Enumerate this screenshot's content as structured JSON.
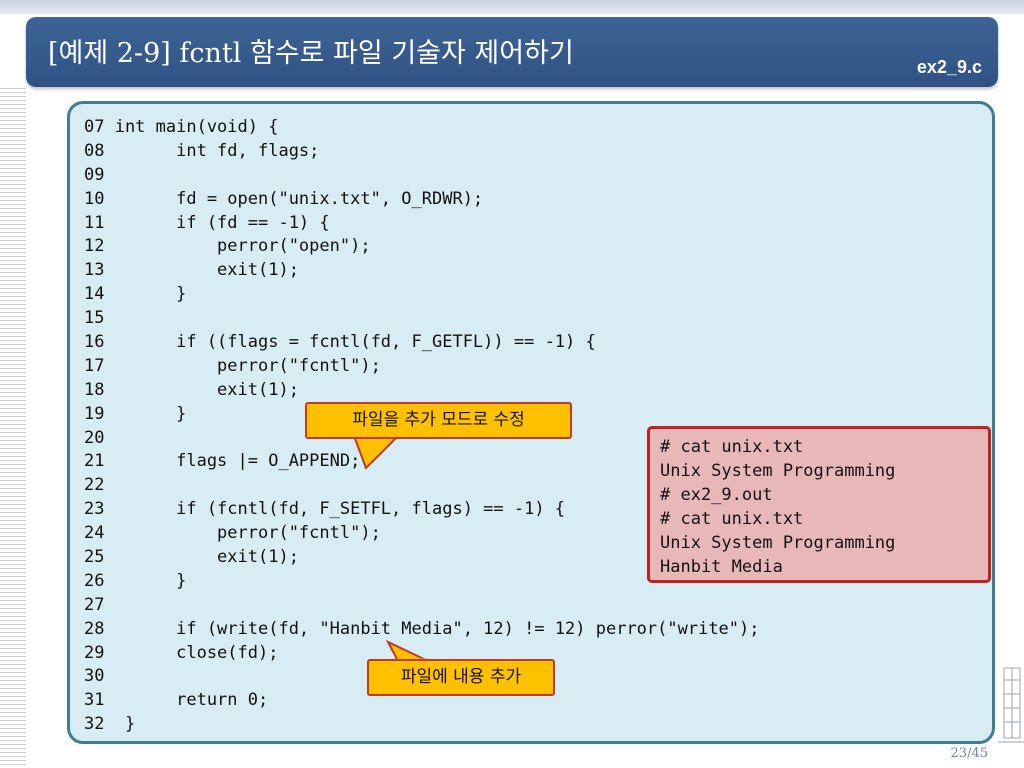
{
  "slide": {
    "title": "[예제 2-9] fcntl 함수로 파일 기술자 제어하기",
    "file_label": "ex2_9.c",
    "page_number": "23/45"
  },
  "code_lines": [
    "07 int main(void) {",
    "08       int fd, flags;",
    "09",
    "10       fd = open(\"unix.txt\", O_RDWR);",
    "11       if (fd == -1) {",
    "12           perror(\"open\");",
    "13           exit(1);",
    "14       }",
    "15",
    "16       if ((flags = fcntl(fd, F_GETFL)) == -1) {",
    "17           perror(\"fcntl\");",
    "18           exit(1);",
    "19       }",
    "20",
    "21       flags |= O_APPEND;",
    "22",
    "23       if (fcntl(fd, F_SETFL, flags) == -1) {",
    "24           perror(\"fcntl\");",
    "25           exit(1);",
    "26       }",
    "27",
    "28       if (write(fd, \"Hanbit Media\", 12) != 12) perror(\"write\");",
    "29       close(fd);",
    "30",
    "31       return 0;",
    "32  }"
  ],
  "callouts": {
    "append_mode": "파일을 추가 모드로 수정",
    "append_content": "파일에 내용 추가"
  },
  "terminal_output": [
    "# cat unix.txt",
    "Unix System Programming",
    "# ex2_9.out",
    "# cat unix.txt",
    "Unix System Programming",
    "Hanbit Media"
  ],
  "colors": {
    "title_bar": "#2e5283",
    "code_panel_bg": "#d8ecf3",
    "code_panel_border": "#3f7d94",
    "callout_fill": "#ffc000",
    "callout_border": "#c0392b",
    "output_bg": "#e8b7b7",
    "output_border": "#c22020"
  }
}
